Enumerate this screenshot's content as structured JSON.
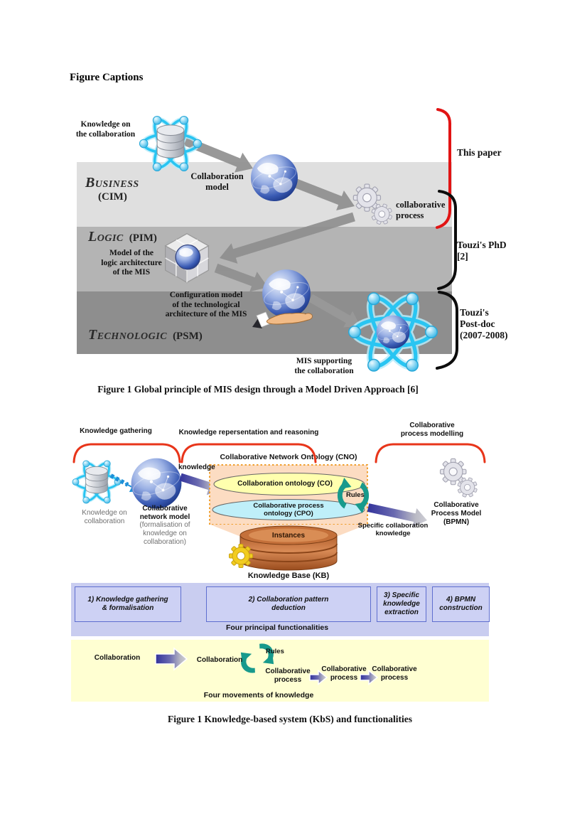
{
  "page": {
    "heading": "Figure Captions"
  },
  "figure1": {
    "caption": "Figure 1 Global principle of MIS design through a Model Driven Approach [6]",
    "layers": [
      {
        "name": "Business",
        "abbr": "(CIM)"
      },
      {
        "name": "Logic",
        "abbr": "(PIM)"
      },
      {
        "name": "Technologic",
        "abbr": "(PSM)"
      }
    ],
    "labels": {
      "knowledge_on_collaboration": "Knowledge on\nthe collaboration",
      "collaboration_model": "Collaboration\nmodel",
      "collaborative_process": "collaborative\nprocess",
      "model_of_logic_architecture": "Model of the\nlogic architecture\nof the MIS",
      "configuration_model": "Configuration model\nof the technological\narchitecture of the MIS",
      "mis_supporting": "MIS supporting\nthe collaboration"
    },
    "annotations": {
      "this_paper": "This paper",
      "touzi_phd": "Touzi's PhD\n[2]",
      "touzi_postdoc": "Touzi's\nPost-doc\n(2007-2008)"
    }
  },
  "figure2": {
    "caption": "Figure 1 Knowledge-based system (KbS) and functionalities",
    "column_headers": [
      "Knowledge gathering",
      "Knowledge repersentation and reasoning",
      "Collaborative\nprocess modelling"
    ],
    "labels": {
      "knowledge_on_collaboration": "Knowledge on\ncollaboration",
      "collaborative_network_model": "Collaborative\nnetwork model",
      "collaborative_network_model_sub": "(formalisation of\nknowledge on\ncollaboration)",
      "knowledge_arrow": "knowledge",
      "cno_title": "Collaborative Network Ontology (CNO)",
      "co": "Collaboration ontology (CO)",
      "cpo": "Collaborative process\nontology (CPO)",
      "rules": "Rules",
      "instances": "Instances",
      "kb": "Knowledge Base (KB)",
      "specific_knowledge": "Specific collaboration\nknowledge",
      "process_model": "Collaborative\nProcess Model\n(BPMN)"
    },
    "functionalities": {
      "items": [
        "1) Knowledge gathering\n& formalisation",
        "2) Collaboration pattern\ndeduction",
        "3) Specific\nknowledge\nextraction",
        "4) BPMN\nconstruction"
      ],
      "caption": "Four principal functionalities"
    },
    "movements": {
      "steps": [
        "Collaboration",
        "Collaboration",
        "Collaborative\nprocess",
        "Collaborative\nprocess",
        "Collaborative\nprocess"
      ],
      "rules": "Rules",
      "caption": "Four movements of knowledge"
    }
  },
  "colors": {
    "band_business": "#dfdfdf",
    "band_logic": "#b4b4b4",
    "band_technologic": "#8e8e8e",
    "bracket_red": "#e11414",
    "brace_red": "#e8351a",
    "teal_arrows": "#189a8c",
    "cno_fill": "#fcdcc2",
    "cno_border": "#f0a030",
    "co_ellipse": "#ffffae",
    "cpo_ellipse": "#bfeff9",
    "copper": "#c97a42",
    "functionalities_band": "#c9cdf0",
    "movements_band": "#ffffd2",
    "arrow_navy": "#32329b",
    "arrow_gray": "#8f8f8f"
  }
}
